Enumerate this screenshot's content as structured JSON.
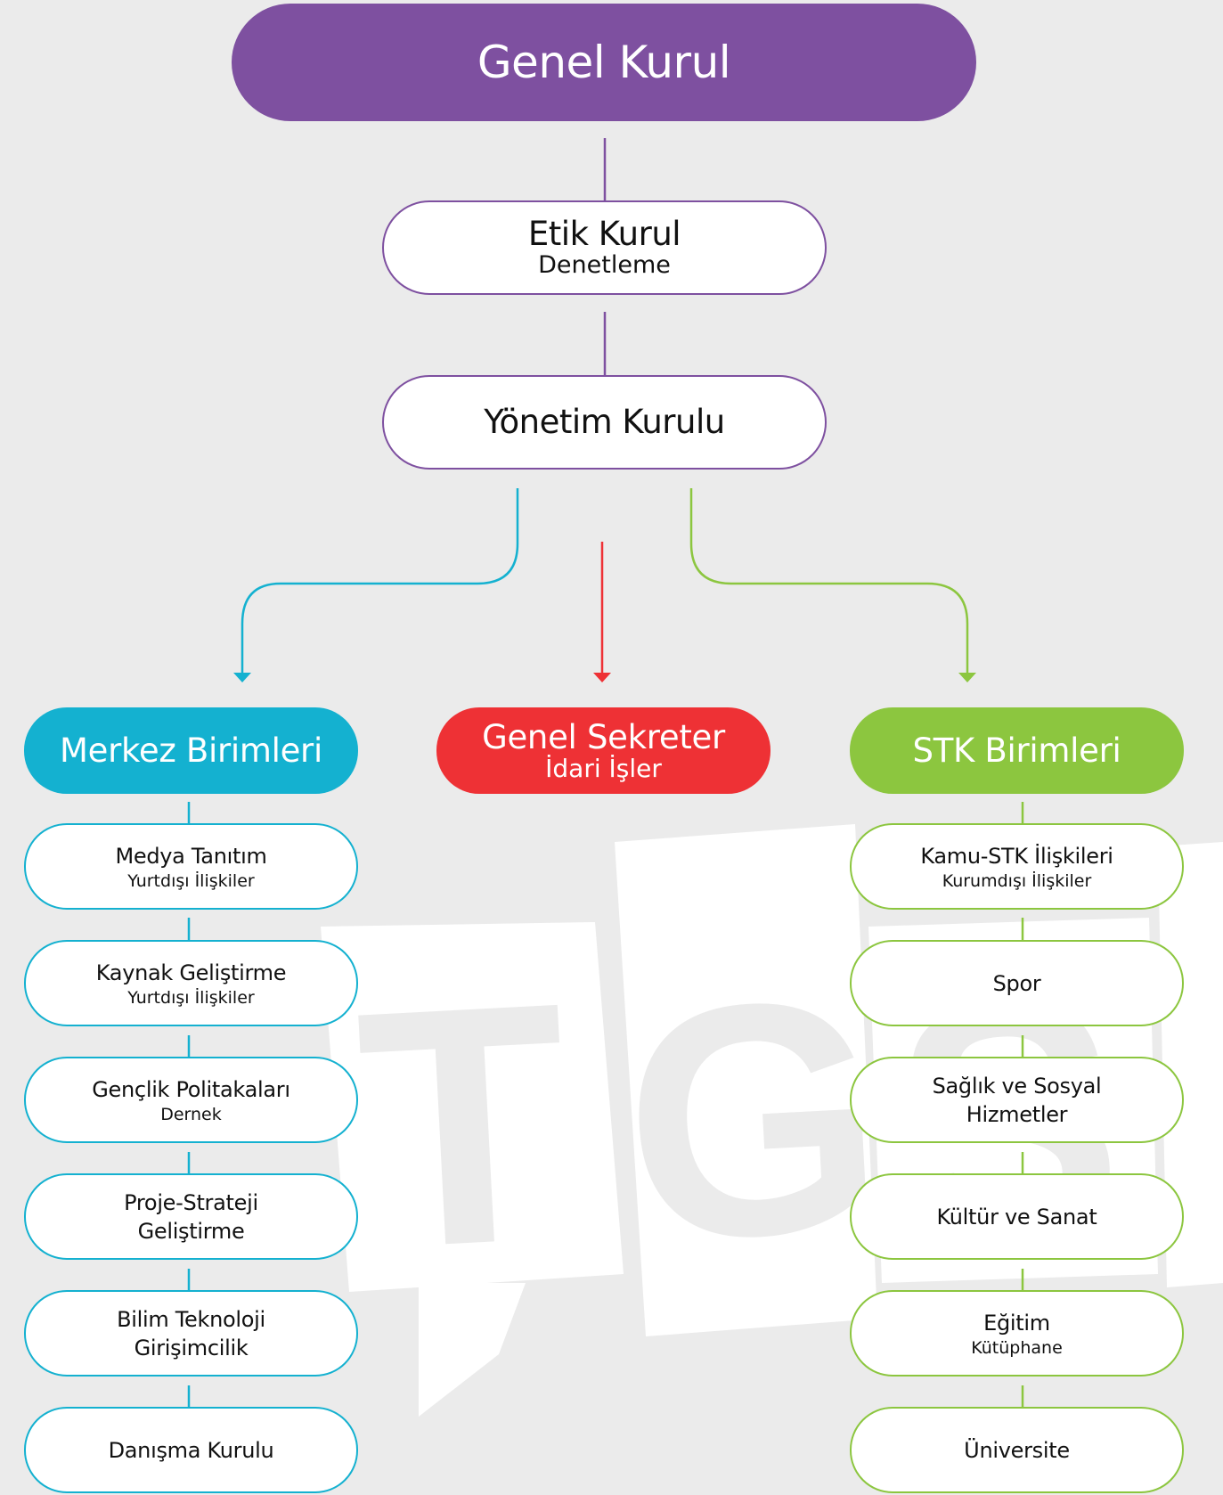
{
  "colors": {
    "purple": "#7e50a0",
    "blue": "#14b1d0",
    "red": "#ee3135",
    "green": "#8cc63f",
    "background": "#ebebeb"
  },
  "watermark": {
    "letters": [
      "T",
      "G",
      "S"
    ]
  },
  "top": {
    "genel_kurul": "Genel Kurul",
    "etik_kurul": {
      "title": "Etik Kurul",
      "subtitle": "Denetleme"
    },
    "yonetim_kurulu": "Yönetim Kurulu"
  },
  "branches": {
    "merkez": {
      "title": "Merkez Birimleri"
    },
    "genel_sekreter": {
      "title": "Genel Sekreter",
      "subtitle": "İdari İşler"
    },
    "stk": {
      "title": "STK Birimleri"
    }
  },
  "merkez_units": [
    {
      "title": "Medya Tanıtım",
      "subtitle": "Yurtdışı İlişkiler"
    },
    {
      "title": "Kaynak Geliştirme",
      "subtitle": "Yurtdışı İlişkiler"
    },
    {
      "title": "Gençlik Politakaları",
      "subtitle": "Dernek"
    },
    {
      "title": "Proje-Strateji",
      "title2": "Geliştirme"
    },
    {
      "title": "Bilim Teknoloji",
      "title2": "Girişimcilik"
    },
    {
      "title": "Danışma Kurulu"
    }
  ],
  "stk_units": [
    {
      "title": "Kamu-STK İlişkileri",
      "subtitle": "Kurumdışı İlişkiler"
    },
    {
      "title": "Spor"
    },
    {
      "title": "Sağlık ve Sosyal",
      "title2": "Hizmetler"
    },
    {
      "title": "Kültür ve Sanat"
    },
    {
      "title": "Eğitim",
      "subtitle": "Kütüphane"
    },
    {
      "title": "Üniversite"
    }
  ]
}
